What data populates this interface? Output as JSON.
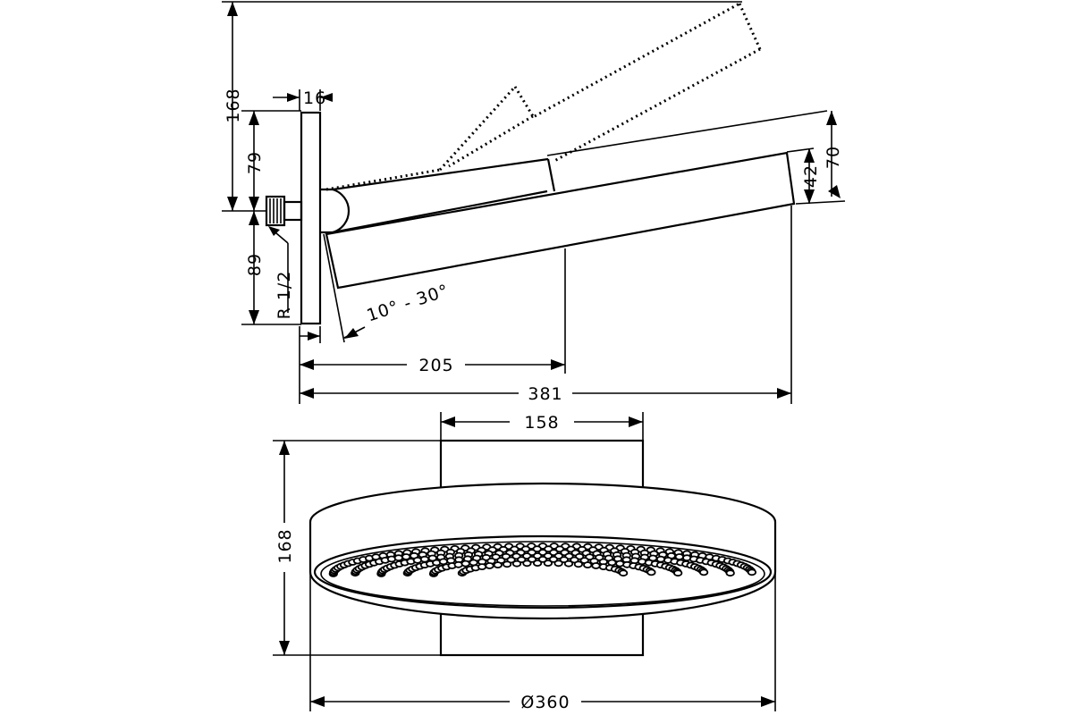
{
  "side_view": {
    "dim_total_height": "168",
    "dim_plate_thickness": "16",
    "dim_upper": "79",
    "dim_lower": "89",
    "thread": "R 1/2",
    "angle_range": "10° - 30°",
    "dim_head_thickness_outer": "70",
    "dim_head_thickness_inner": "42",
    "dim_arm_length": "205",
    "dim_total_length": "381"
  },
  "front_view": {
    "dim_mount_width": "158",
    "dim_height": "168",
    "dim_diameter": "Ø360"
  }
}
